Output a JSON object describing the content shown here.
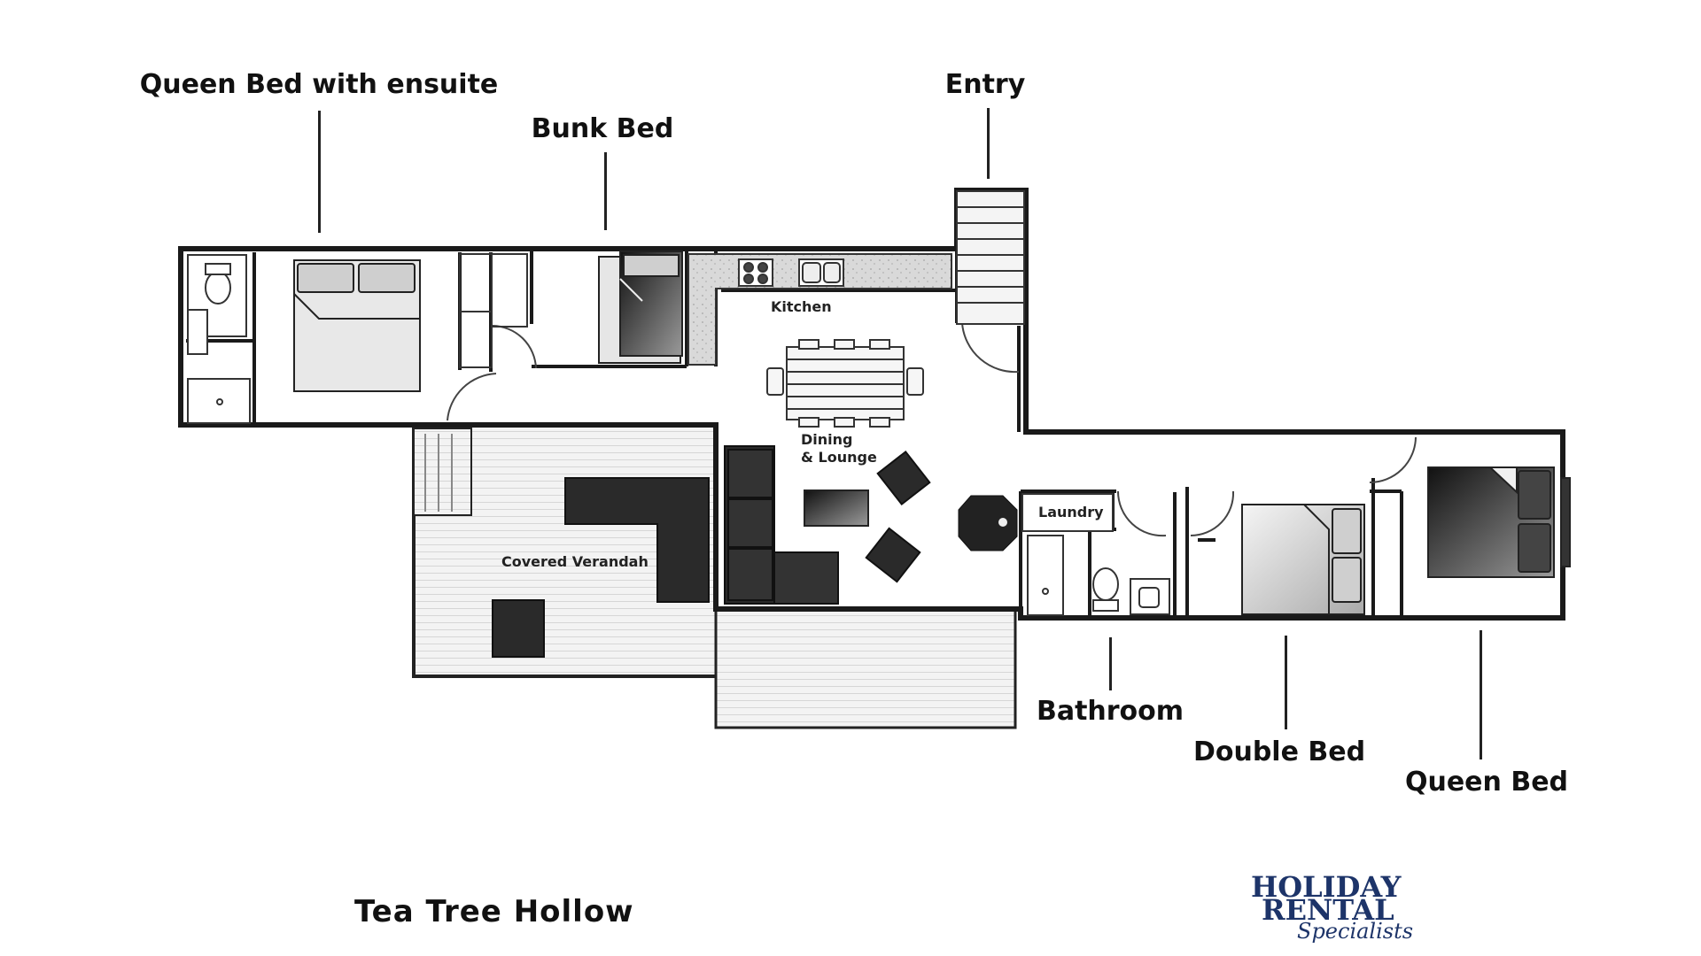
{
  "labels": {
    "queen_bed_ensuite": "Queen Bed with ensuite",
    "bunk_bed": "Bunk Bed",
    "entry": "Entry",
    "bathroom": "Bathroom",
    "double_bed": "Double Bed",
    "queen_bed": "Queen Bed"
  },
  "rooms": {
    "kitchen": "Kitchen",
    "dining_line1": "Dining",
    "dining_line2": "& Lounge",
    "laundry": "Laundry",
    "verandah": "Covered Verandah"
  },
  "property_name": "Tea Tree Hollow",
  "logo": {
    "line1": "HOLIDAY",
    "line2": "RENTAL",
    "line3": "Specialists"
  },
  "colors": {
    "wall": "#222222",
    "logo_blue": "#1d3469",
    "floor_deck": "#f2f2f2",
    "furniture_dark": "#2a2a2a"
  }
}
